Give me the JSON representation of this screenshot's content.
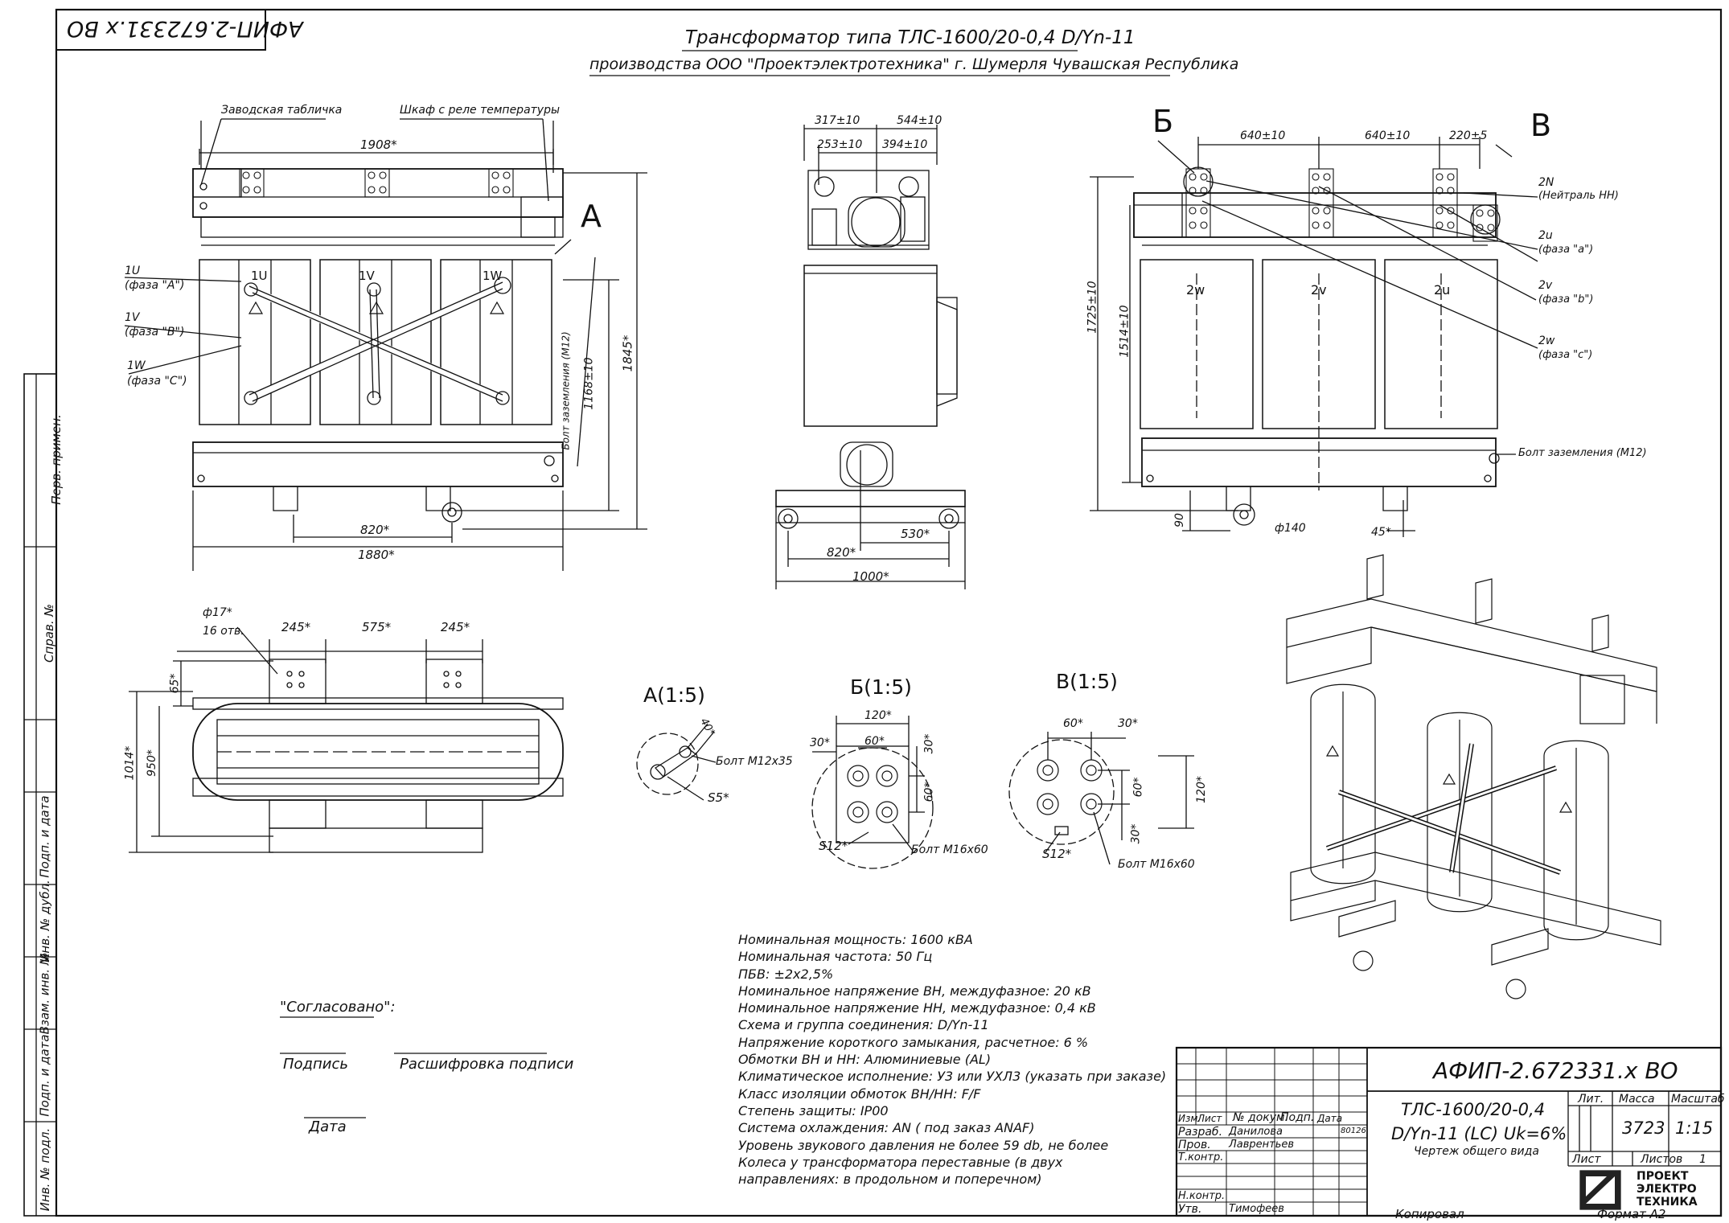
{
  "document_code_stamp": "АФИП-2.672331.х ВО",
  "title": {
    "line1": "Трансформатор типа ТЛС-1600/20-0,4 D/Yn-11",
    "line2": "производства ООО \"Проектэлектротехника\" г. Шумерля Чувашская Республика"
  },
  "front_view": {
    "label_plate": "Заводская табличка",
    "label_cabinet": "Шкаф с реле температуры",
    "dim_top": "1908*",
    "view_marker": "А",
    "phase_1u_tag": "1U",
    "phase_1u_name": "(фаза \"А\")",
    "phase_1v_tag": "1V",
    "phase_1v_name": "(фаза \"В\")",
    "phase_1w_tag": "1W",
    "phase_1w_name": "(фаза \"С\")",
    "coil_1u": "1U",
    "coil_1v": "1V",
    "coil_1w": "1W",
    "ground_bolt": "Болт заземления (М12)",
    "dim_height_inner": "1168±10",
    "dim_height_total": "1845*",
    "dim_wheel": "820*",
    "dim_base": "1880*"
  },
  "side_view": {
    "dim_317": "317±10",
    "dim_544": "544±10",
    "dim_253": "253±10",
    "dim_394": "394±10",
    "dim_820": "820*",
    "dim_530": "530*",
    "dim_1000": "1000*"
  },
  "rear_view": {
    "marker_b": "Б",
    "marker_v": "В",
    "dim_640a": "640±10",
    "dim_640b": "640±10",
    "dim_220": "220±5",
    "label_2n": "2N",
    "label_2n_sub": "(Нейтраль НН)",
    "label_2u": "2u",
    "label_2u_sub": "(фаза \"а\")",
    "label_2v": "2v",
    "label_2v_sub": "(фаза \"b\")",
    "label_2w": "2w",
    "label_2w_sub": "(фаза \"с\")",
    "coil_2w": "2w",
    "coil_2v": "2v",
    "coil_2u": "2u",
    "dim_1725": "1725±10",
    "dim_1514": "1514±10",
    "ground_bolt": "Болт заземления (М12)",
    "dim_90": "90",
    "dim_140": "ф140",
    "dim_45": "45*"
  },
  "top_view": {
    "holes": "ф17*",
    "holes_count": "16 отв.",
    "dim_245a": "245*",
    "dim_575": "575*",
    "dim_245b": "245*",
    "dim_65": "65*",
    "dim_1014": "1014*",
    "dim_950": "950*"
  },
  "detail_a": {
    "title": "А(1:5)",
    "dim_40": "40*",
    "bolt": "Болт М12х35",
    "s5": "S5*"
  },
  "detail_b": {
    "title": "Б(1:5)",
    "dim_120": "120*",
    "dim_60": "60*",
    "dim_30a": "30*",
    "dim_30b": "30*",
    "dim_60v": "60*",
    "s12": "S12*",
    "bolt": "Болт М16х60"
  },
  "detail_v": {
    "title": "В(1:5)",
    "dim_60": "60*",
    "dim_30a": "30*",
    "dim_60v": "60*",
    "dim_120v": "120*",
    "dim_30b": "30*",
    "s12": "S12*",
    "bolt": "Болт М16х60"
  },
  "specs": [
    "Номинальная мощность: 1600 кВА",
    "Номинальная частота: 50 Гц",
    "ПБВ: ±2х2,5%",
    "Номинальное напряжение ВН, междуфазное: 20 кВ",
    "Номинальное напряжение НН, междуфазное: 0,4 кВ",
    "Схема и группа соединения: D/Yn-11",
    "Напряжение короткого замыкания, расчетное: 6 %",
    "Обмотки ВН и НН: Алюминиевые (AL)",
    "Климатическое исполнение: У3 или УХЛ3 (указать при заказе)",
    "Класс изоляции обмоток ВН/НН: F/F",
    "Степень защиты: IP00",
    "Система охлаждения: AN ( под заказ ANAF)",
    "Уровень звукового давления не более 59 db, не более",
    "Колеса у трансформатора переставные (в двух",
    "направлениях: в продольном и поперечном)"
  ],
  "approval": {
    "agreed": "\"Согласовано\":",
    "signature": "Подпись",
    "decoding": "Расшифровка подписи",
    "date": "Дата"
  },
  "left_strip": {
    "perv_primen": "Перв. примен.",
    "sprav_no": "Справ. №",
    "podp_data_1": "Подп. и дата",
    "inv_dubl": "Инв. № дубл.",
    "vzam_inv": "Взам. инв. №",
    "podp_data_2": "Подп. и дата",
    "inv_podl": "Инв. № подл."
  },
  "title_block": {
    "doc_code": "АФИП-2.672331.х ВО",
    "name_line1": "ТЛС-1600/20-0,4",
    "name_line2": "D/Yn-11 (LC) Uk=6%",
    "name_line3": "Чертеж общего вида",
    "col_izm": "Изм.",
    "col_list": "Лист",
    "col_docum": "№ докум.",
    "col_podp": "Подп.",
    "col_data": "Дата",
    "row_razrab": "Разраб.",
    "row_razrab_name": "Данилова",
    "row_razrab_date": "80126",
    "row_prov": "Пров.",
    "row_prov_name": "Лаврентьев",
    "row_tkontr": "Т.контр.",
    "row_nkontr": "Н.контр.",
    "row_utv": "Утв.",
    "row_utv_name": "Тимофеев",
    "lit": "Лит.",
    "massa": "Масса",
    "masshtab": "Масштаб",
    "mass_value": "3723",
    "scale_value": "1:15",
    "sheet": "Лист",
    "sheets": "Листов",
    "sheets_value": "1",
    "logo_line1": "ПРОЕКТ",
    "logo_line2": "ЭЛЕКТРО",
    "logo_line3": "ТЕХНИКА",
    "copied": "Копировал",
    "format": "Формат  А2"
  }
}
